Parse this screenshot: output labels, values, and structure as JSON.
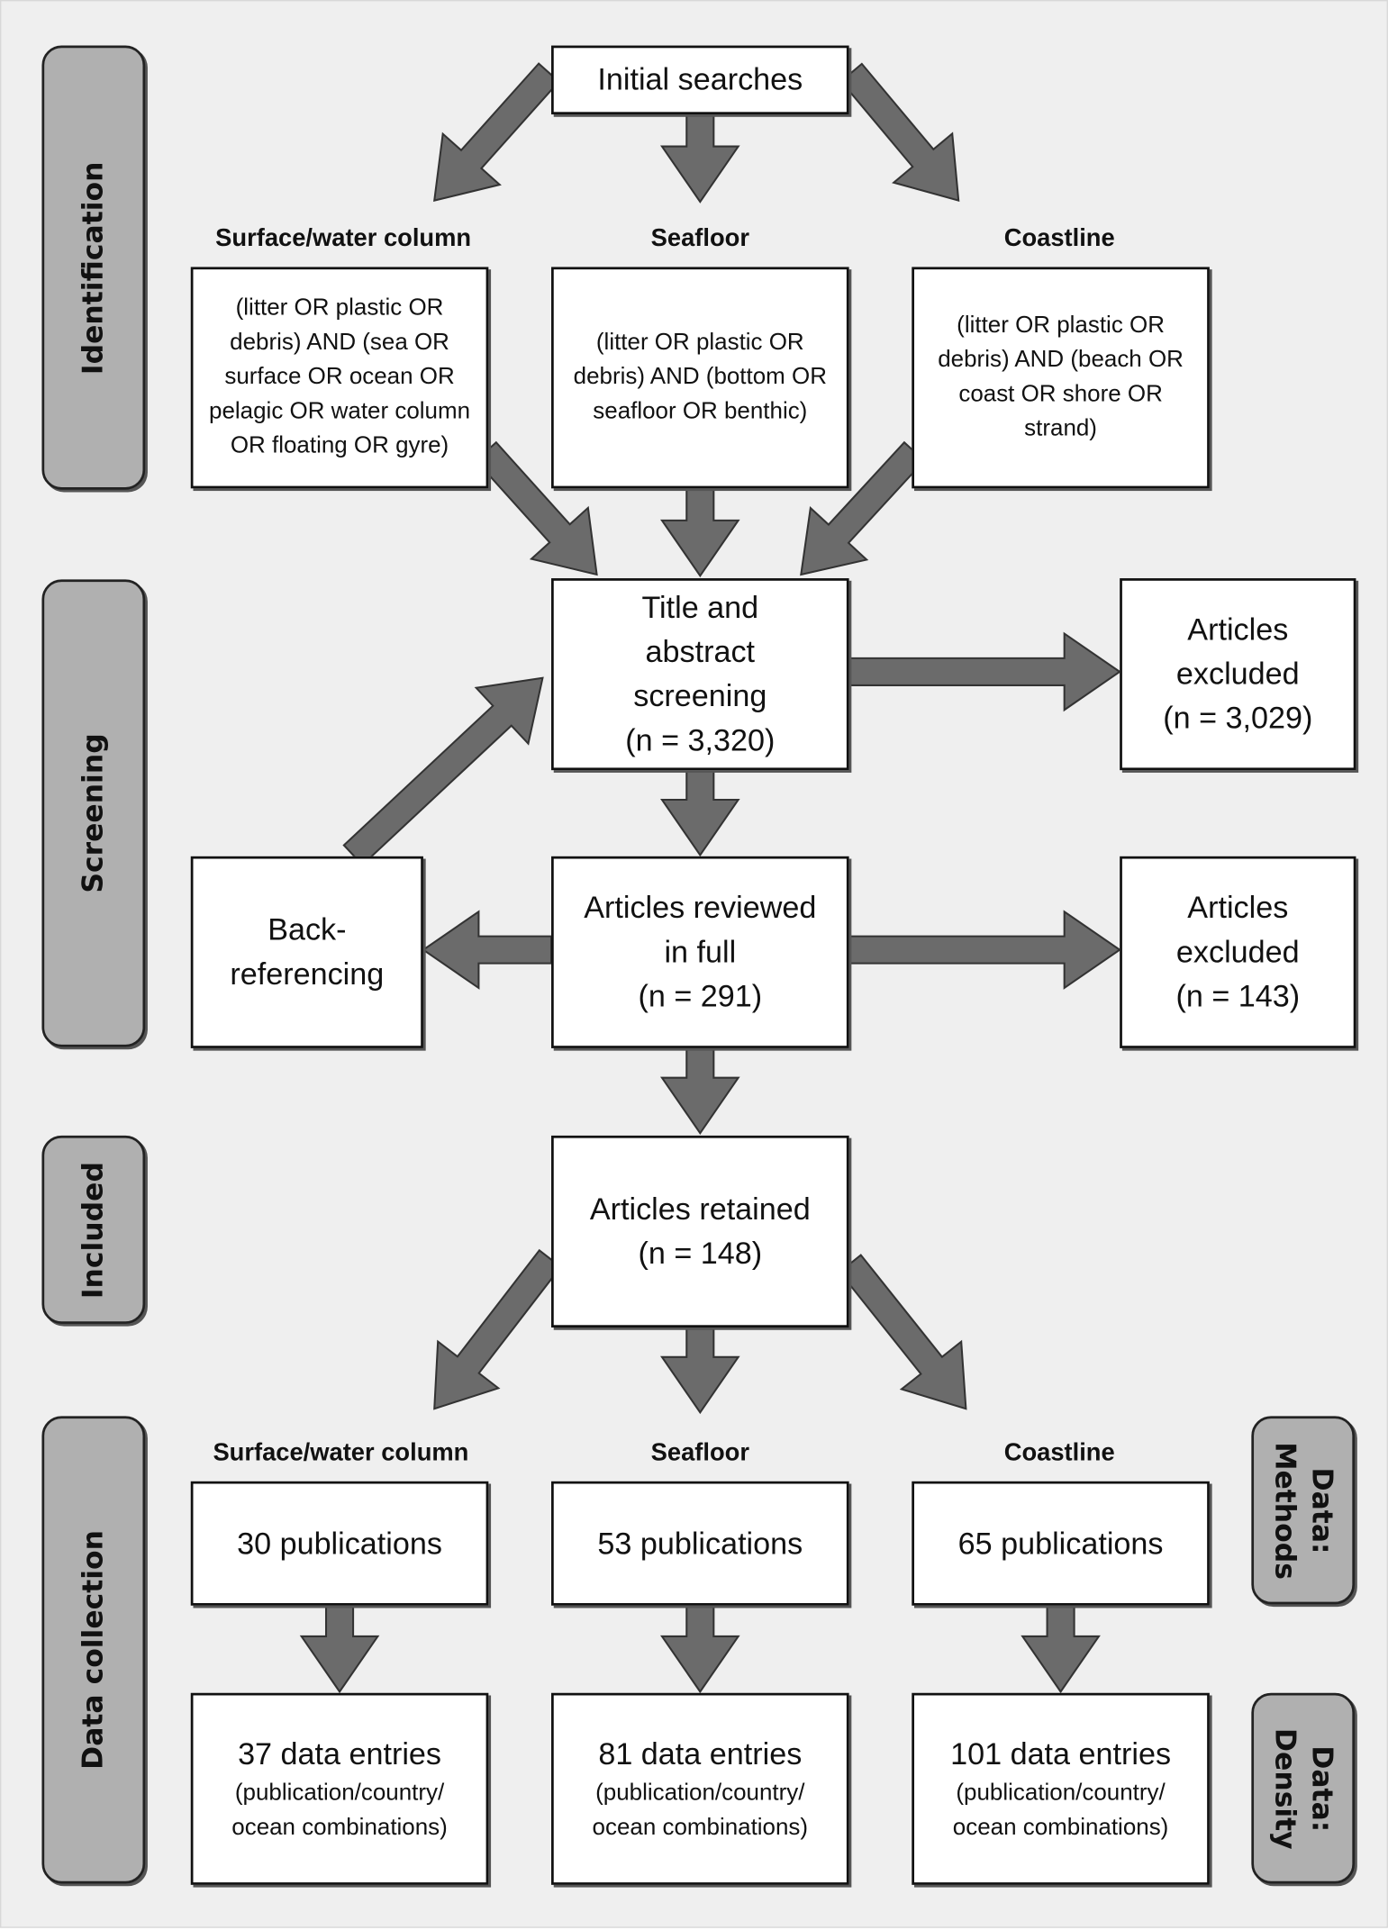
{
  "stages": {
    "identification": "Identification",
    "screening": "Screening",
    "included": "Included",
    "data_collection": "Data collection"
  },
  "data_labels": {
    "methods_line1": "Data:",
    "methods_line2": "Methods",
    "density_line1": "Data:",
    "density_line2": "Density"
  },
  "initial_searches": "Initial searches",
  "search_headers": [
    "Surface/water column",
    "Seafloor",
    "Coastline"
  ],
  "search_queries": [
    "(litter OR plastic OR debris) AND (sea OR surface OR ocean OR pelagic OR water column OR floating OR gyre)",
    "(litter OR plastic OR debris) AND (bottom OR seafloor OR benthic)",
    "(litter OR plastic OR debris) AND (beach OR coast OR shore OR strand)"
  ],
  "screening_box": {
    "line1": "Title and",
    "line2": "abstract",
    "line3": "screening",
    "count": "(n = 3,320)"
  },
  "excluded_1": {
    "line1": "Articles",
    "line2": "excluded",
    "count": "(n = 3,029)"
  },
  "back_referencing": {
    "line1": "Back-",
    "line2": "referencing"
  },
  "reviewed_box": {
    "line1": "Articles reviewed",
    "line2": "in full",
    "count": "(n = 291)"
  },
  "excluded_2": {
    "line1": "Articles",
    "line2": "excluded",
    "count": "(n = 143)"
  },
  "retained_box": {
    "line1": "Articles retained",
    "count": "(n = 148)"
  },
  "collection_headers": [
    "Surface/water column",
    "Seafloor",
    "Coastline"
  ],
  "publications": [
    "30 publications",
    "53 publications",
    "65 publications"
  ],
  "entries": [
    "37 data entries",
    "81 data entries",
    "101 data entries"
  ],
  "entries_note_line1": "(publication/country/",
  "entries_note_line2": "ocean combinations)",
  "colors": {
    "background": "#efefef",
    "arrow": "#6b6b6b",
    "stage_label": "#b0b0b0",
    "box": "#ffffff"
  }
}
